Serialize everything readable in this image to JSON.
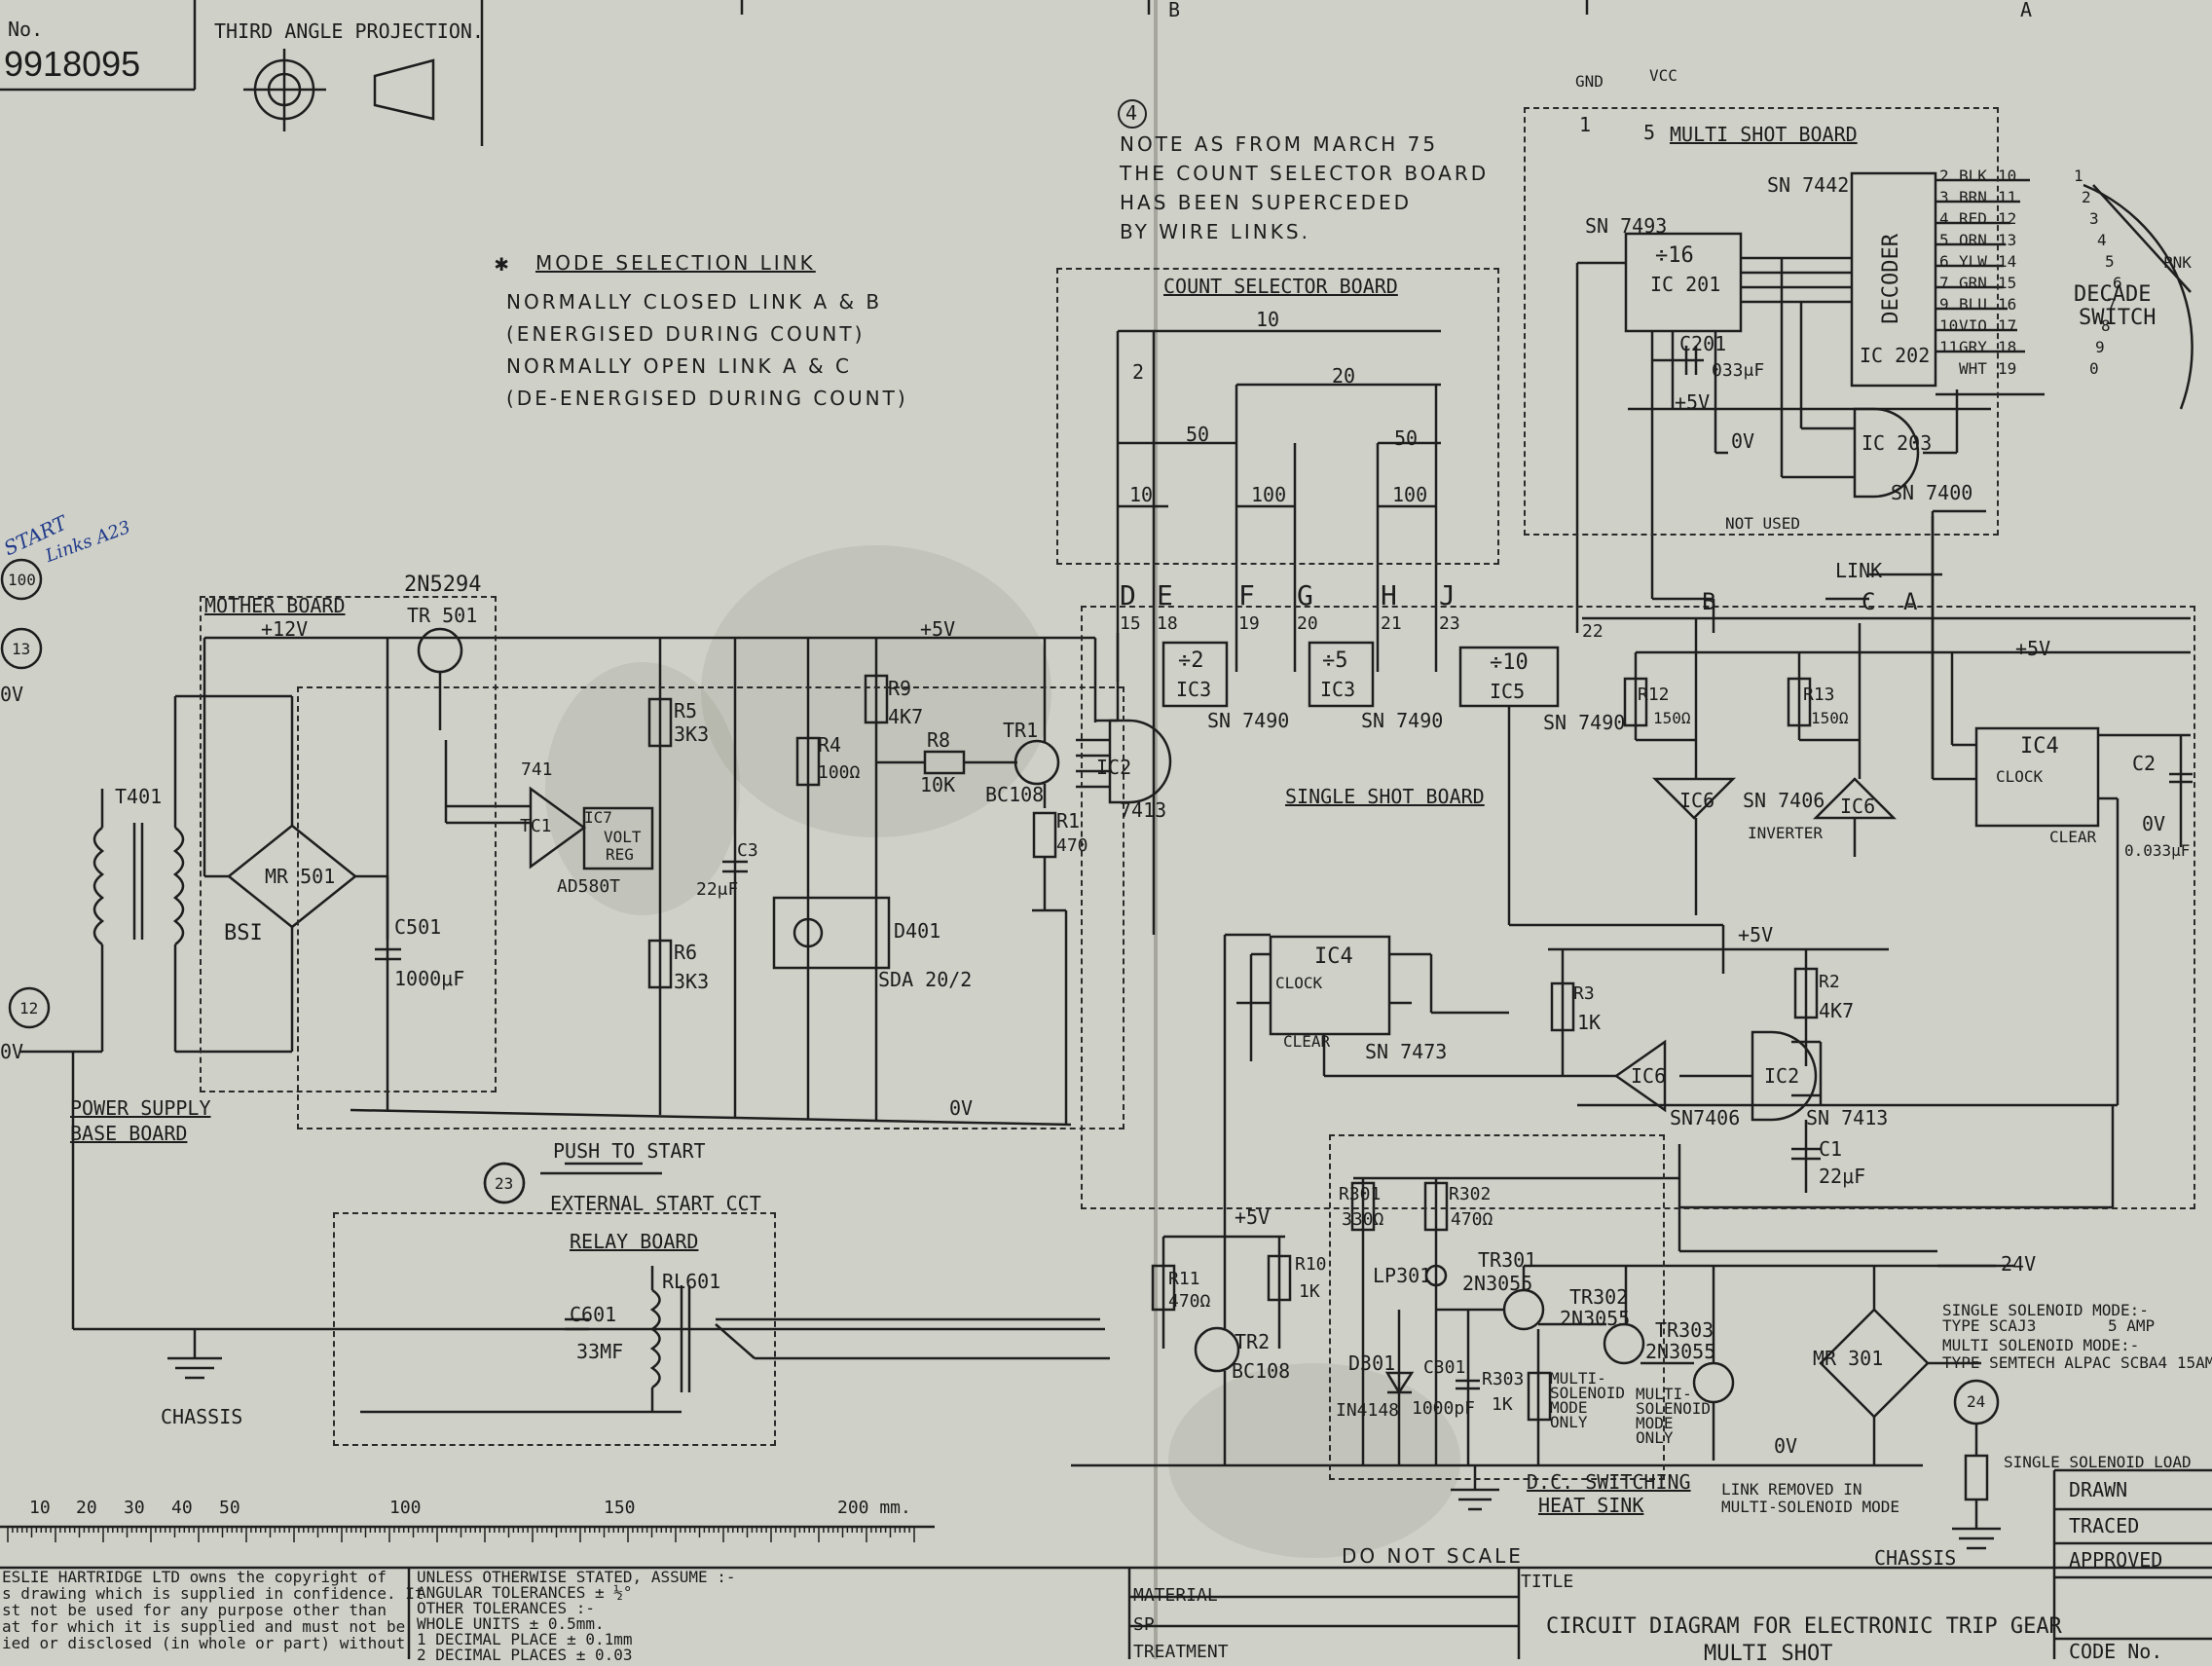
{
  "title_block": {
    "drawing_no_label": "No.",
    "drawing_no": "9918095",
    "projection": "THIRD ANGLE PROJECTION.",
    "zone_b": "B",
    "zone_a": "A",
    "do_not_scale": "DO NOT SCALE",
    "title_label": "TITLE",
    "title": "CIRCUIT DIAGRAM FOR ELECTRONIC TRIP GEAR",
    "subtitle": "MULTI SHOT",
    "material": "MATERIAL",
    "spec": "SP",
    "treatment": "TREATMENT",
    "drawn": "DRAWN",
    "traced": "TRACED",
    "approved": "APPROVED",
    "code_no": "CODE No.",
    "copyright_lines": [
      "ESLIE HARTRIDGE LTD owns the copyright of",
      "s drawing which is supplied in confidence. It",
      "st not be used for any purpose other than",
      "at for which it is supplied and must not be",
      "ied or disclosed (in whole or part) without"
    ],
    "tolerance_lines": [
      "UNLESS OTHERWISE STATED, ASSUME :-",
      "ANGULAR TOLERANCES ± ½°",
      "OTHER TOLERANCES :-",
      "WHOLE UNITS ± 0.5mm.",
      "1 DECIMAL PLACE ± 0.1mm",
      "2 DECIMAL PLACES ± 0.03"
    ]
  },
  "scale": {
    "ticks": [
      "10",
      "20",
      "30",
      "40",
      "50",
      "100",
      "150",
      "200 mm."
    ]
  },
  "notes": {
    "note_num": "4",
    "march_note": [
      "NOTE AS FROM MARCH 75",
      "THE COUNT SELECTOR BOARD",
      "HAS BEEN SUPERCEDED",
      "BY WIRE LINKS."
    ],
    "mode_title": "MODE SELECTION LINK",
    "mode_lines": [
      "NORMALLY CLOSED LINK A & B",
      "(ENERGISED DURING COUNT)",
      "NORMALLY OPEN LINK A & C",
      "(DE-ENERGISED DURING COUNT)"
    ]
  },
  "boards": {
    "mother": "MOTHER BOARD",
    "power_supply": [
      "POWER SUPPLY",
      "BASE BOARD"
    ],
    "count_selector": "COUNT SELECTOR BOARD",
    "multi_shot": "MULTI SHOT BOARD",
    "single_shot": "SINGLE SHOT BOARD",
    "relay": "RELAY BOARD",
    "dc_switching": [
      "D.C. SWITCHING",
      "HEAT SINK"
    ],
    "link_removed": [
      "LINK REMOVED IN",
      "MULTI-SOLENOID MODE"
    ]
  },
  "supply": {
    "gnd": "GND",
    "vcc": "VCC",
    "gnd_pin": "1",
    "vcc_pin": "5",
    "plus5": "+5V",
    "plus12": "+12V",
    "zero_v": "0V",
    "plus24": "24V",
    "chassis": "CHASSIS"
  },
  "count_selector": {
    "dims": [
      "10",
      "20",
      "2",
      "50",
      "50",
      "10",
      "100",
      "100"
    ],
    "terminals": [
      {
        "letter": "D",
        "pin": "15"
      },
      {
        "letter": "E",
        "pin": "18"
      },
      {
        "letter": "F",
        "pin": "19"
      },
      {
        "letter": "G",
        "pin": "20"
      },
      {
        "letter": "H",
        "pin": "21"
      },
      {
        "letter": "J",
        "pin": "23"
      }
    ],
    "pin22": "22",
    "link": "LINK"
  },
  "components": {
    "ic3a": "÷2",
    "ic3a_name": "IC3",
    "ic3a_part": "SN 7490",
    "ic3b": "÷5",
    "ic3b_name": "IC3",
    "ic3b_part": "SN 7490",
    "ic5": "÷10",
    "ic5_name": "IC5",
    "ic5_part": "SN 7490",
    "ic201_div": "÷16",
    "ic201": "IC 201",
    "sn7493": "SN 7493",
    "ic202": "IC 202",
    "decoder": "DECODER",
    "sn7442": "SN 7442",
    "ic203": "IC 203",
    "sn7400": "SN 7400",
    "c201": "C201",
    "c201_val": "033μF",
    "decade_switch": [
      "DECADE",
      "SWITCH"
    ],
    "ic4_top": "IC4",
    "ic4_top_clock": "CLOCK",
    "ic4_top_clear": "CLEAR",
    "ic4_mid": "IC4",
    "ic4_mid_clock": "CLOCK",
    "ic4_mid_clear": "CLEAR",
    "sn7473": "SN 7473",
    "ic6a": "IC6",
    "ic6b": "IC6",
    "ic6c": "IC6",
    "sn7406": "SN 7406",
    "sn7406b": "SN7406",
    "inverter": "INVERTER",
    "ic2a": "IC2",
    "ic2b": "IC2",
    "sn7413": "SN 7413",
    "sn7413b": "7413",
    "r12": "R12",
    "r12_val": "150Ω",
    "r13": "R13",
    "r13_val": "150Ω",
    "c2": "C2",
    "c2_val": "0.033μF",
    "r3": "R3",
    "r3_val": "1K",
    "r2": "R2",
    "r2_val": "4K7",
    "c1": "C1",
    "c1_val": "22μF",
    "tr501": "TR 501",
    "tr501_part": "2N5294",
    "t401": "T401",
    "mr501": "MR 501",
    "bs1": "BSI",
    "c501": "C501",
    "c501_val": "1000μF",
    "ic1": "TC1",
    "ic1_part": "741",
    "ic7": "IC7",
    "volt_reg": [
      "VOLT",
      "REG"
    ],
    "ad580": "AD580T",
    "r5": "R5",
    "r5_val": "3K3",
    "r6": "R6",
    "r6_val": "3K3",
    "c3": "C3",
    "c3_val": "22μF",
    "r4": "R4",
    "r4_val": "100Ω",
    "r9": "R9",
    "r9_val": "4K7",
    "r8": "R8",
    "r8_val": "10K",
    "tr1": "TR1",
    "bc108": "BC108",
    "r1": "R1",
    "r1_val": "470",
    "d401": "D401",
    "sda": "SDA 20/2",
    "push": "PUSH TO START",
    "ext_start": "EXTERNAL START CCT",
    "c601": "C601",
    "c601_val": "33MF",
    "rl601": "RL601",
    "r11": "R11",
    "r11_val": "470Ω",
    "r10": "R10",
    "r10_val": "1K",
    "tr2": "TR2",
    "tr2_part": "BC108",
    "r301": "R301",
    "r301_val": "330Ω",
    "r302": "R302",
    "r302_val": "470Ω",
    "lp301": "LP301",
    "tr301": "TR301",
    "tr301_part": "2N3055",
    "tr302": "TR302",
    "tr302_part": "2N3055",
    "tr303": "TR303",
    "tr303_part": "2N3055",
    "d301": "D301",
    "d301_part": "IN4148",
    "c301": "C301",
    "c301_val": "1000pF",
    "r303": "R303",
    "r303_val": "1K",
    "multi_sol": [
      "MULTI-",
      "SOLENOID",
      "MODE",
      "ONLY"
    ],
    "mr301": "MR 301",
    "single_mode": "SINGLE SOLENOID MODE:-",
    "single_type": "TYPE SCAJ3",
    "amp": "5 AMP",
    "multi_mode": "MULTI SOLENOID MODE:-",
    "multi_type": "TYPE SEMTECH ALPAC SCBA4 15AM",
    "single_load": "SINGLE SOLENOID LOAD"
  },
  "nodes": [
    "100",
    "13",
    "12",
    "23",
    "24"
  ],
  "annotations": {
    "start": "START",
    "links": "Links A23",
    "not_used": "NOT USED",
    "pnk": "PNK"
  },
  "wire_colours": [
    {
      "pin": "2",
      "col": "BLK",
      "out": "10",
      "sw": "1"
    },
    {
      "pin": "3",
      "col": "BRN",
      "out": "11",
      "sw": "2"
    },
    {
      "pin": "4",
      "col": "RED",
      "out": "12",
      "sw": "3"
    },
    {
      "pin": "5",
      "col": "ORN",
      "out": "13",
      "sw": "4"
    },
    {
      "pin": "6",
      "col": "YLW",
      "out": "14",
      "sw": "5"
    },
    {
      "pin": "7",
      "col": "GRN",
      "out": "15",
      "sw": "6"
    },
    {
      "pin": "9",
      "col": "BLU",
      "out": "16",
      "sw": "7"
    },
    {
      "pin": "10",
      "col": "VIO",
      "out": "17",
      "sw": "8"
    },
    {
      "pin": "11",
      "col": "GRY",
      "out": "18",
      "sw": "9"
    },
    {
      "pin": "",
      "col": "WHT",
      "out": "19",
      "sw": "0"
    }
  ]
}
